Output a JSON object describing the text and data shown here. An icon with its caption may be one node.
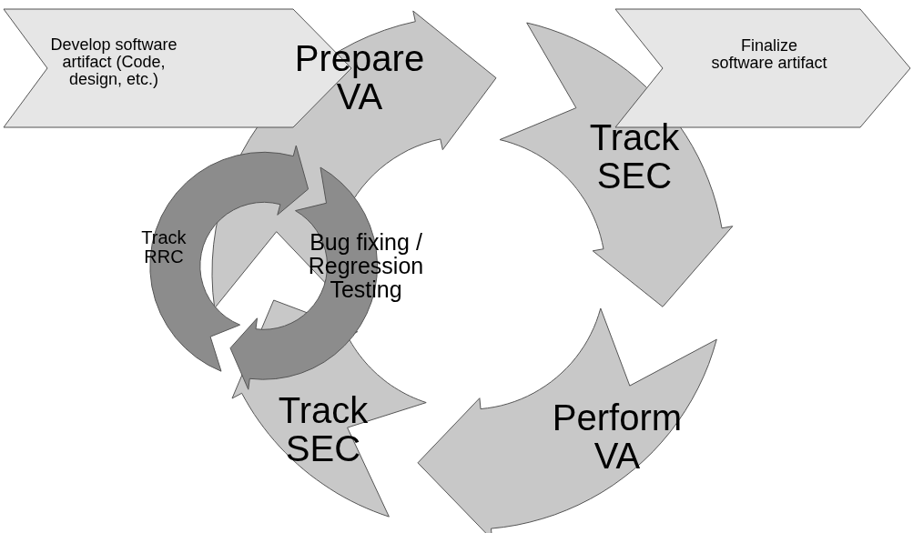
{
  "diagram": {
    "nodes": [
      {
        "text": [
          "Develop software artifact (Code, design, etc.)"
        ]
      },
      {
        "text": [
          "Prepare VA"
        ]
      },
      {
        "text": [
          "Finalize software artifact"
        ]
      },
      {
        "text": [
          "Track SEC"
        ]
      },
      {
        "text": [
          "Track RRC"
        ]
      },
      {
        "text": [
          "Bug fixing / Regression Testing"
        ]
      },
      {
        "text": [
          "Perform VA"
        ]
      },
      {
        "text": [
          "Track SEC"
        ]
      }
    ]
  }
}
